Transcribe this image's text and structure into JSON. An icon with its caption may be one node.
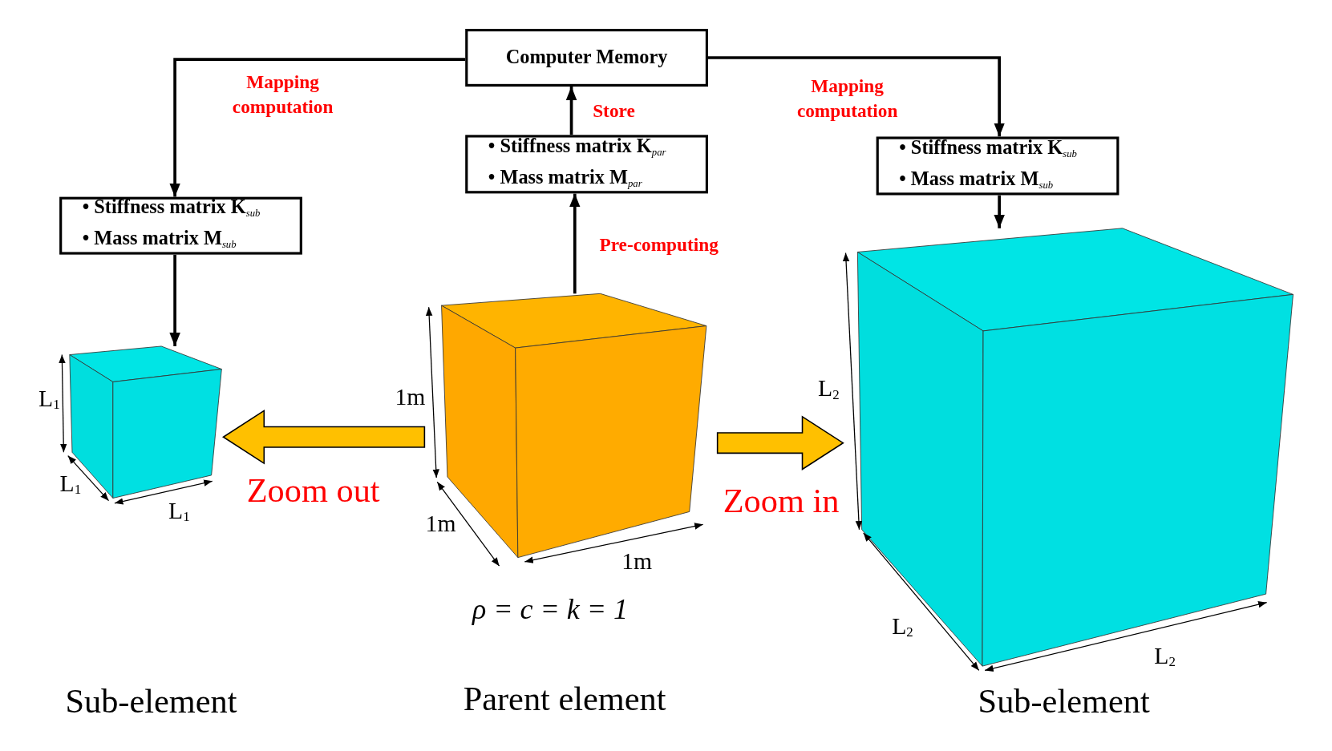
{
  "diagram": {
    "nodes": [
      {
        "text": [
          "Computer Memory"
        ]
      },
      {
        "text": [
          "• Stiffness matrix K$_{par}$",
          "• Mass matrix M$_{par}$"
        ]
      },
      {
        "text": [
          "• Stiffness matrix K$_{sub}$",
          "• Mass matrix M$_{sub}$"
        ]
      },
      {
        "text": [
          "• Stiffness matrix K$_{sub}$",
          "• Mass matrix M$_{sub}$"
        ]
      },
      {
        "text": [],
        "shape": "cube"
      },
      {
        "text": [],
        "shape": "cube"
      },
      {
        "text": [],
        "shape": "cube"
      }
    ],
    "edges": [
      {
        "from": 0,
        "to": 2,
        "arrow": "to",
        "label": "Mapping computation"
      },
      {
        "from": 0,
        "to": 3,
        "arrow": "to",
        "label": "Mapping computation"
      },
      {
        "from": 1,
        "to": 0,
        "arrow": "to",
        "label": "Store"
      },
      {
        "from": 5,
        "to": 1,
        "arrow": "to",
        "label": "Pre-computing"
      },
      {
        "from": 2,
        "to": 4,
        "arrow": "to"
      },
      {
        "from": 3,
        "to": 6,
        "arrow": "to"
      },
      {
        "from": 5,
        "to": 4,
        "arrow": "to",
        "label": "Zoom out",
        "style": "thick",
        "color": "#ffc000"
      },
      {
        "from": 5,
        "to": 6,
        "arrow": "to",
        "label": "Zoom in",
        "style": "thick",
        "color": "#ffc000"
      }
    ],
    "labels": [
      "L$_{2}$",
      "1m",
      "L$_{1}$",
      "L$_{1}$",
      "L$_{1}$",
      "1m",
      "1m",
      "L$_{2}$",
      "ρ = c = k = 1",
      "L$_{2}$",
      "Sub-element",
      "Parent element",
      "Sub-element"
    ]
  }
}
